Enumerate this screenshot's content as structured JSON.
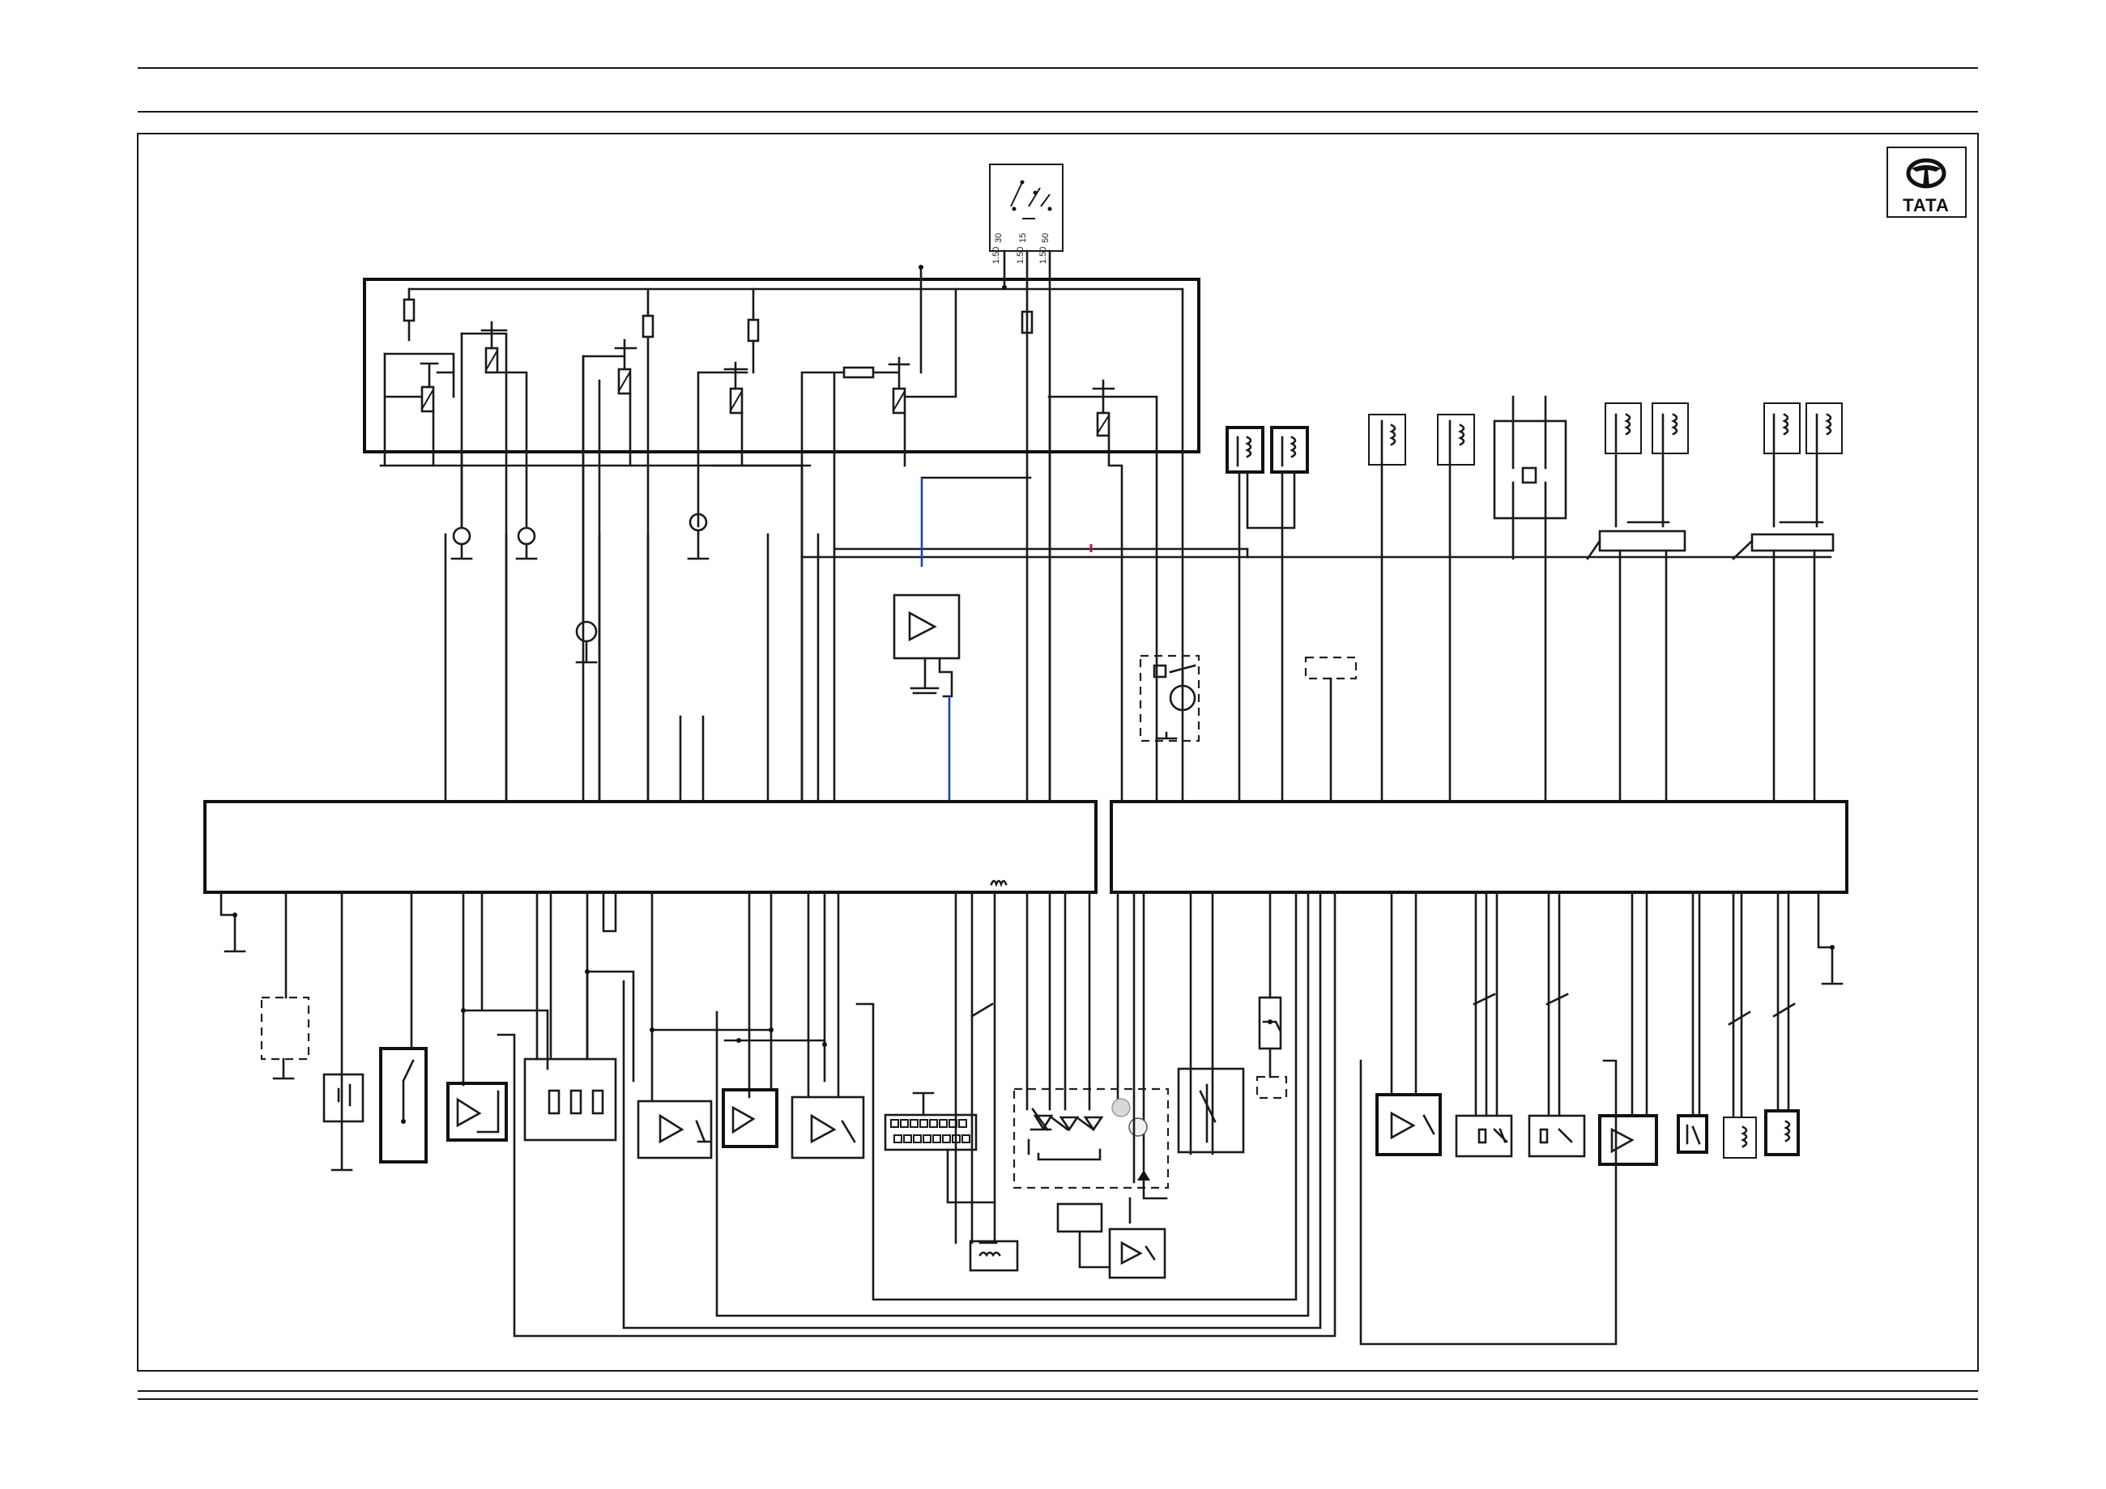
{
  "brand": {
    "logo_text": "TATA"
  },
  "ignition_switch": {
    "terminals": [
      "30",
      "15",
      "50"
    ],
    "wire_gauges": [
      "1.50",
      "1.50",
      "1.50"
    ]
  },
  "colors": {
    "line": "#1a1a1a",
    "blue_wire": "#1f3fbf",
    "red_mark": "#c0104a"
  }
}
